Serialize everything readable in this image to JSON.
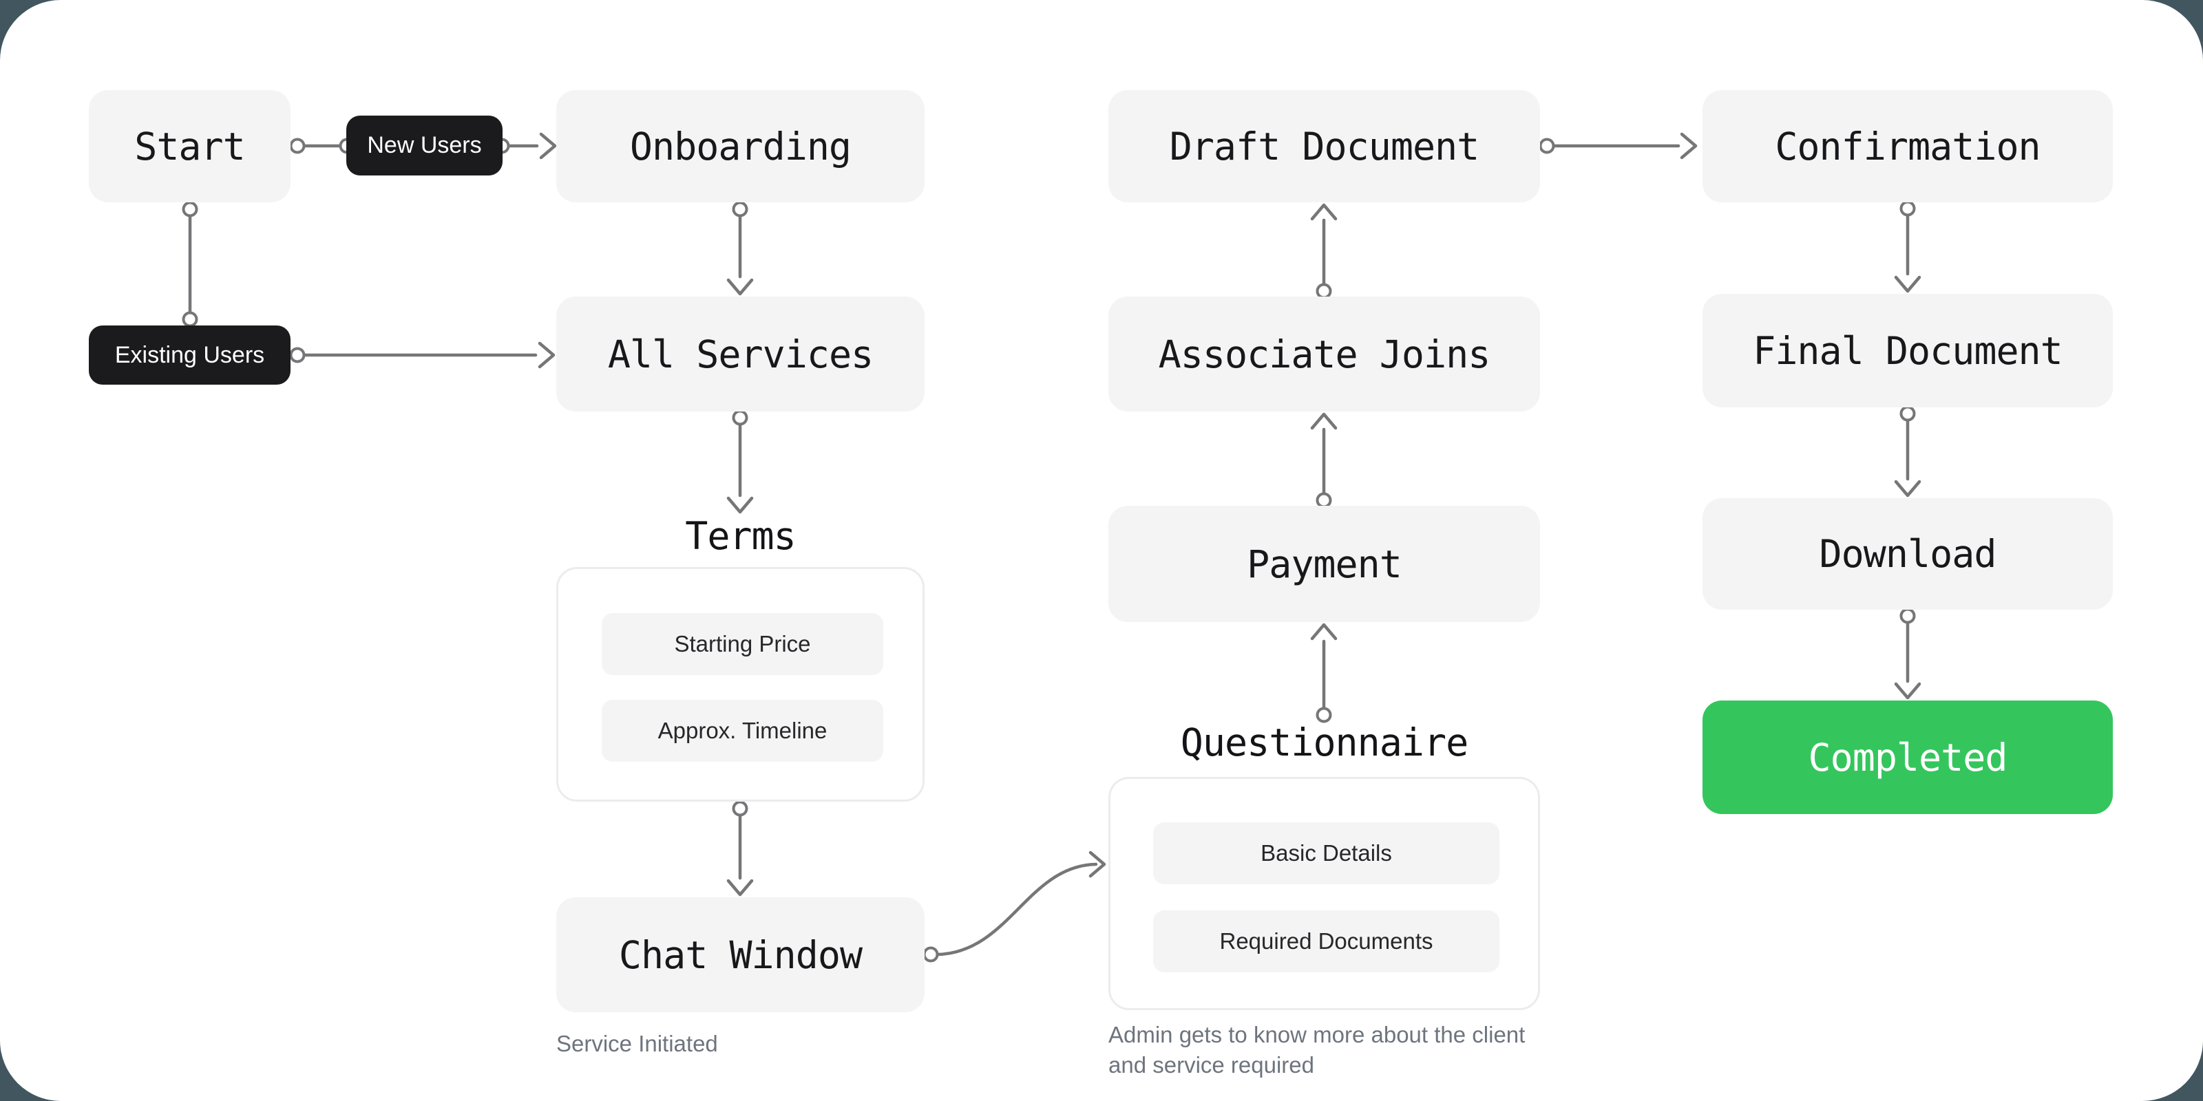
{
  "app": {
    "type": "flowchart-canvas",
    "background_color": "#42565f",
    "surface_color": "#ffffff",
    "edge_color": "#767678",
    "node_color": "#f4f4f5",
    "node_text_color": "#18181b",
    "label_pill_color": "#1b1b1d",
    "success_color": "#34c65c"
  },
  "nodes": {
    "start": {
      "label": "Start"
    },
    "onboarding": {
      "label": "Onboarding"
    },
    "all_services": {
      "label": "All Services"
    },
    "terms": {
      "title": "Terms",
      "items": [
        "Starting Price",
        "Approx. Timeline"
      ]
    },
    "chat_window": {
      "label": "Chat Window",
      "caption": "Service Initiated"
    },
    "questionnaire": {
      "title": "Questionnaire",
      "items": [
        "Basic Details",
        "Required Documents"
      ],
      "caption_lines": [
        "Admin gets to know more about the client",
        "and service required"
      ]
    },
    "payment": {
      "label": "Payment"
    },
    "associate_joins": {
      "label": "Associate Joins"
    },
    "draft_document": {
      "label": "Draft Document"
    },
    "confirmation": {
      "label": "Confirmation"
    },
    "final_document": {
      "label": "Final Document"
    },
    "download": {
      "label": "Download"
    },
    "completed": {
      "label": "Completed",
      "status_color": "#34c65c"
    }
  },
  "edge_labels": {
    "new_users": "New Users",
    "existing_users": "Existing Users"
  },
  "edges": [
    {
      "from": "Start",
      "to": "Onboarding",
      "label": "New Users"
    },
    {
      "from": "Start",
      "to": "All Services",
      "label": "Existing Users"
    },
    {
      "from": "Onboarding",
      "to": "All Services"
    },
    {
      "from": "All Services",
      "to": "Terms"
    },
    {
      "from": "Terms",
      "to": "Chat Window"
    },
    {
      "from": "Chat Window",
      "to": "Questionnaire"
    },
    {
      "from": "Questionnaire",
      "to": "Payment"
    },
    {
      "from": "Payment",
      "to": "Associate Joins"
    },
    {
      "from": "Associate Joins",
      "to": "Draft Document"
    },
    {
      "from": "Draft Document",
      "to": "Confirmation"
    },
    {
      "from": "Confirmation",
      "to": "Final Document"
    },
    {
      "from": "Final Document",
      "to": "Download"
    },
    {
      "from": "Download",
      "to": "Completed"
    }
  ]
}
